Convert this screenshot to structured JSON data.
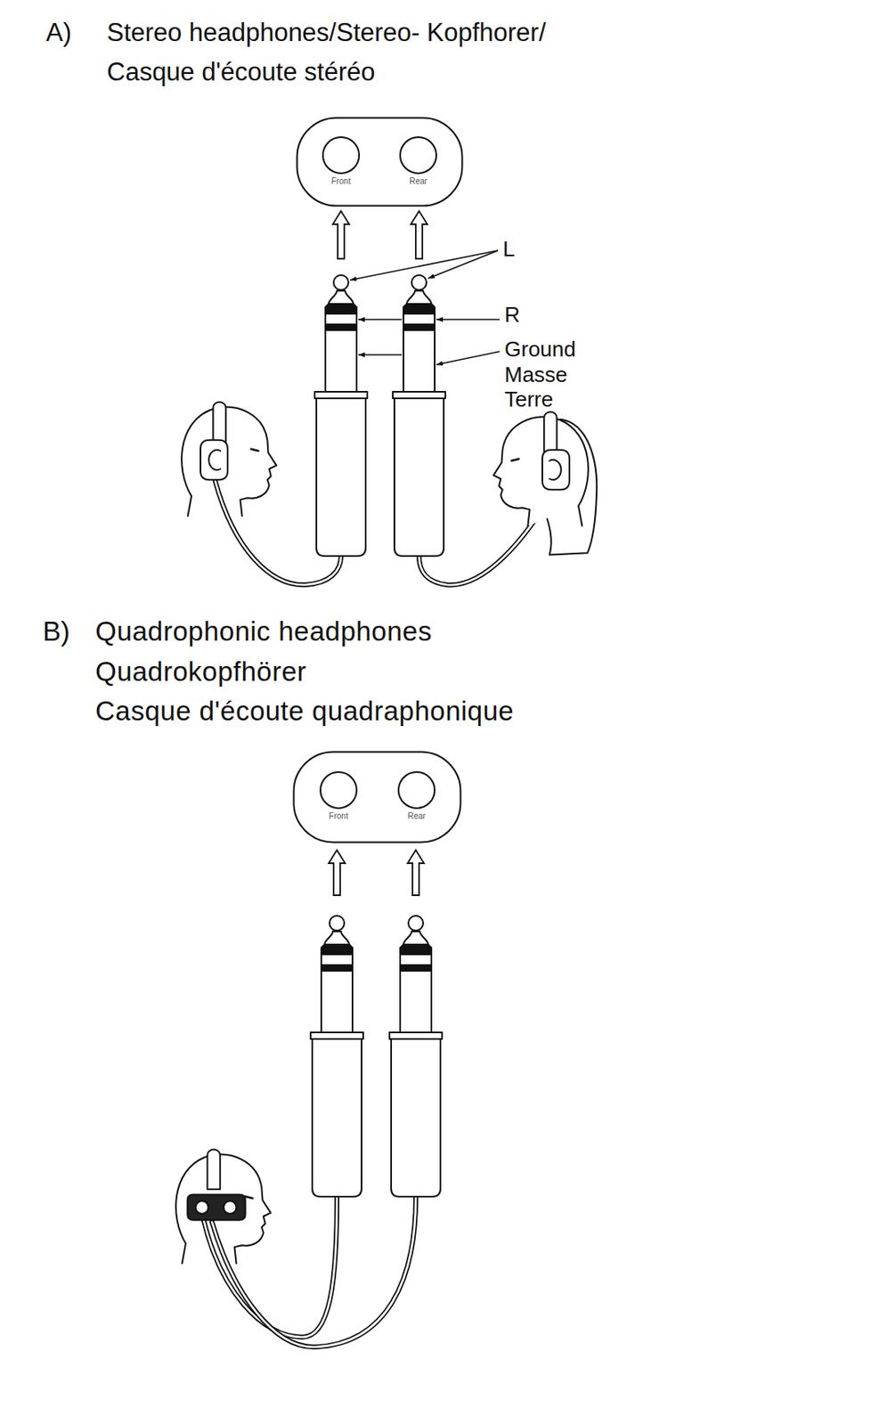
{
  "diagram": {
    "nodes": [
      {
        "text": [
          "Front",
          "Rear"
        ]
      },
      {
        "text": [
          "Front",
          "Rear"
        ]
      }
    ],
    "labels": [
      "A)",
      "Stereo headphones/Stereo- Kopfhorer/",
      "Casque d'écoute stéréo",
      "L",
      "R",
      "Ground",
      "Masse",
      "Terre",
      "B)",
      "Quadrophonic headphones",
      "Quadrokopfhörer",
      "Casque d'écoute quadraphonique"
    ]
  }
}
